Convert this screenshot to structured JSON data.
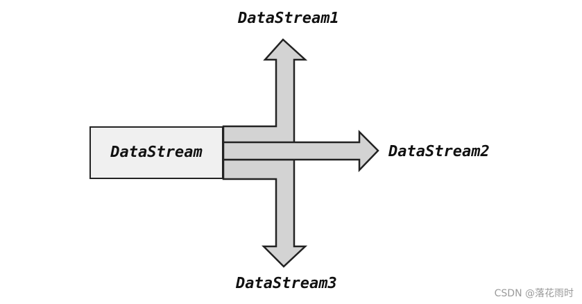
{
  "diagram": {
    "source": "DataStream",
    "outputs": [
      "DataStream1",
      "DataStream2",
      "DataStream3"
    ],
    "arrow_fill": "#d3d3d3",
    "arrow_stroke": "#222222",
    "box_fill": "#f0f0f0"
  },
  "watermark": "CSDN @落花雨时"
}
